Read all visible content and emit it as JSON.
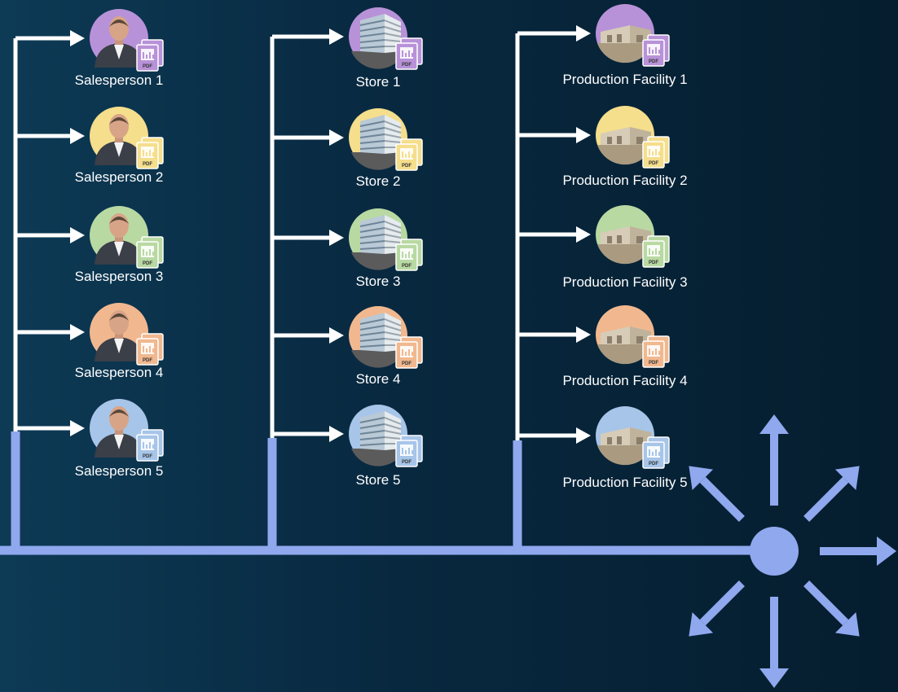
{
  "colors": {
    "connector": "#ffffff",
    "bus": "#8fa8ee",
    "hub": "#8fa8ee",
    "background_left": "#0d3a55",
    "background_right": "#051d2e"
  },
  "icons": {
    "entity": "avatar-photo",
    "report": "pdf-report-icon",
    "report_badge_text": "PDF"
  },
  "groups": [
    {
      "id": "salespeople",
      "kind": "person",
      "items": [
        {
          "label": "Salesperson 1",
          "accent": "#b892d8"
        },
        {
          "label": "Salesperson 2",
          "accent": "#f5de8c"
        },
        {
          "label": "Salesperson 3",
          "accent": "#b9d9a3"
        },
        {
          "label": "Salesperson 4",
          "accent": "#f1b88f"
        },
        {
          "label": "Salesperson 5",
          "accent": "#a7c5e8"
        }
      ]
    },
    {
      "id": "stores",
      "kind": "office-building",
      "items": [
        {
          "label": "Store 1",
          "accent": "#b892d8"
        },
        {
          "label": "Store 2",
          "accent": "#f5de8c"
        },
        {
          "label": "Store 3",
          "accent": "#b9d9a3"
        },
        {
          "label": "Store 4",
          "accent": "#f1b88f"
        },
        {
          "label": "Store 5",
          "accent": "#a7c5e8"
        }
      ]
    },
    {
      "id": "production-facilities",
      "kind": "warehouse",
      "items": [
        {
          "label": "Production Facility 1",
          "accent": "#b892d8"
        },
        {
          "label": "Production Facility 2",
          "accent": "#f5de8c"
        },
        {
          "label": "Production Facility 3",
          "accent": "#b9d9a3"
        },
        {
          "label": "Production Facility 4",
          "accent": "#f1b88f"
        },
        {
          "label": "Production Facility 5",
          "accent": "#a7c5e8"
        }
      ]
    }
  ],
  "hub": {
    "icon": "distribution-hub-icon",
    "arrow_count": 7
  }
}
